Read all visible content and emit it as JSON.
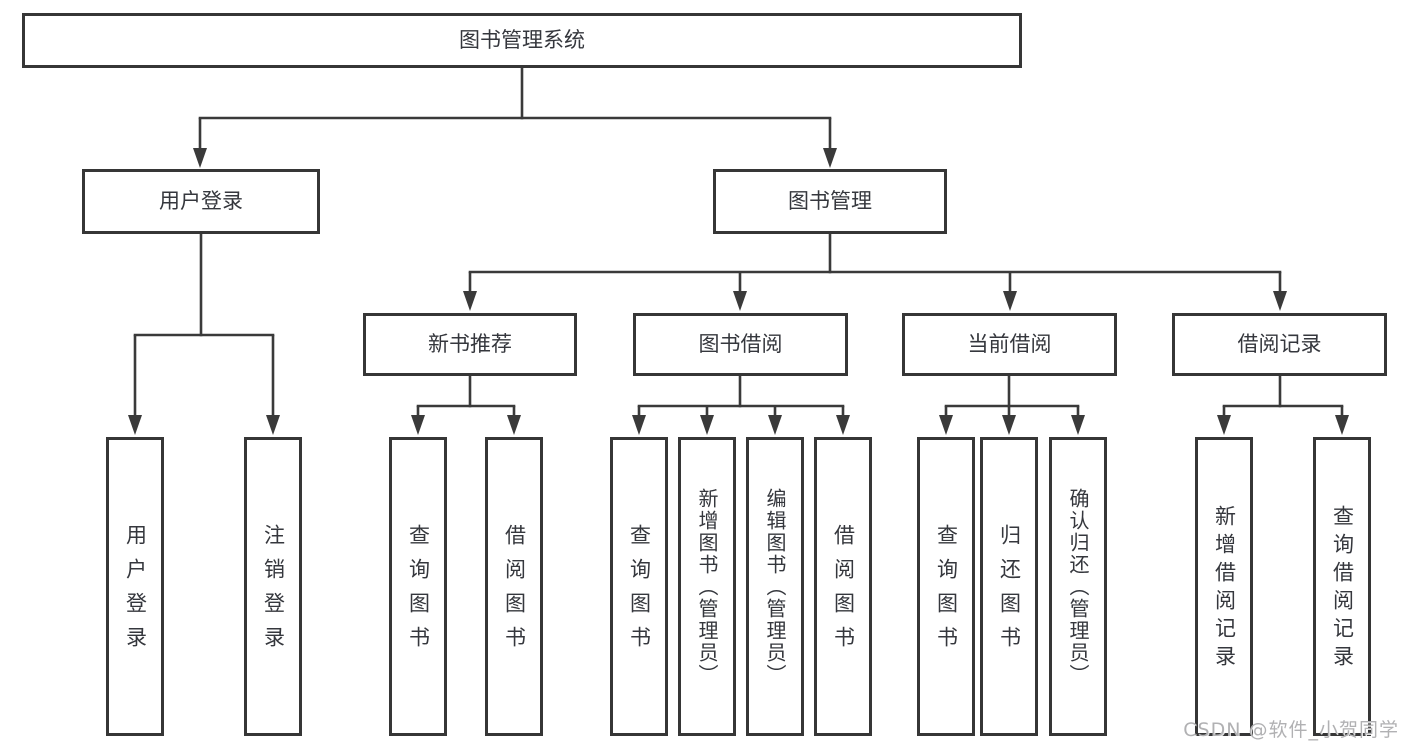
{
  "title": {
    "label": "图书管理系统"
  },
  "level2": {
    "user_login": "用户登录",
    "book_management": "图书管理"
  },
  "level3": {
    "new_book_recommend": "新书推荐",
    "book_borrowing": "图书借阅",
    "current_borrowing": "当前借阅",
    "borrowing_records": "借阅记录"
  },
  "level4": {
    "user_login_children": [
      "用户登录",
      "注销登录"
    ],
    "new_book_children": [
      "查询图书",
      "借阅图书"
    ],
    "book_borrowing_children": [
      "查询图书",
      "新增图书（管理员）",
      "编辑图书（管理员）",
      "借阅图书"
    ],
    "current_borrowing_children": [
      "查询图书",
      "归还图书",
      "确认归还（管理员）"
    ],
    "borrowing_records_children": [
      "新增借阅记录",
      "查询借阅记录"
    ]
  },
  "watermark": "CSDN @软件_小贺同学",
  "colors": {
    "line": "#3a3a3a",
    "box_border": "#363636",
    "text": "#35373d",
    "background": "#ffffff",
    "watermark": "#b1b1b3"
  }
}
